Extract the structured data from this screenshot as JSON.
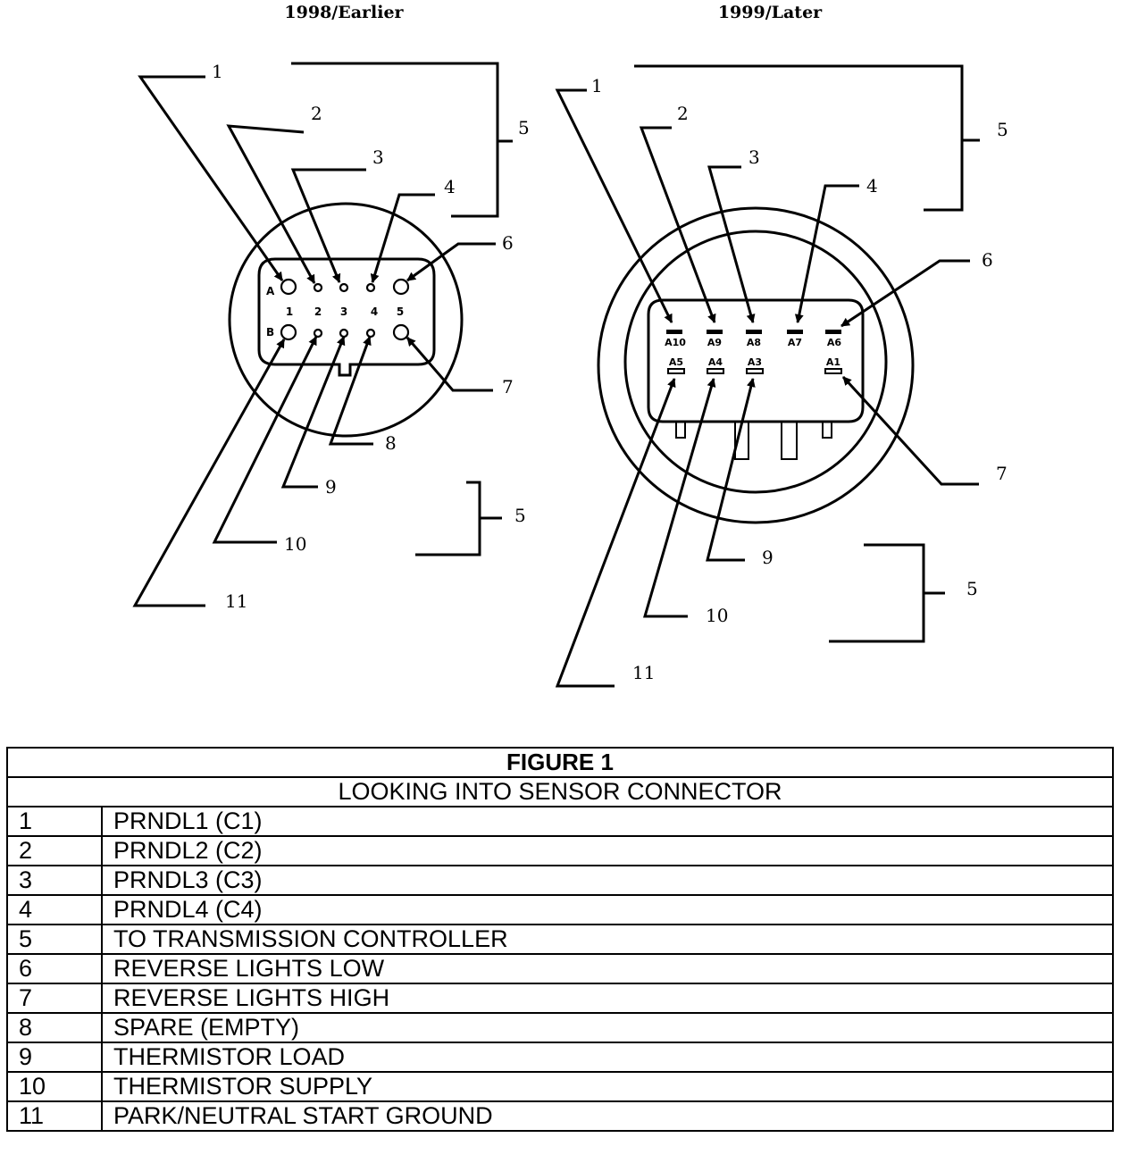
{
  "diagram": {
    "left_title": "1998/Earlier",
    "right_title": "1999/Later",
    "left": {
      "callouts": [
        "1",
        "2",
        "3",
        "4",
        "5",
        "6",
        "7",
        "8",
        "9",
        "10",
        "11",
        "5"
      ],
      "row_a": "A",
      "row_b": "B",
      "column_numbers": [
        "1",
        "2",
        "3",
        "4",
        "5"
      ]
    },
    "right": {
      "callouts": [
        "1",
        "2",
        "3",
        "4",
        "5",
        "6",
        "7",
        "9",
        "10",
        "11",
        "5"
      ],
      "top_pins": [
        "A10",
        "A9",
        "A8",
        "A7",
        "A6"
      ],
      "bottom_pins": [
        "A5",
        "A4",
        "A3",
        "A1"
      ]
    }
  },
  "legend": {
    "title": "FIGURE 1",
    "subtitle": "LOOKING INTO SENSOR CONNECTOR",
    "rows": [
      {
        "num": "1",
        "desc": "PRNDL1 (C1)"
      },
      {
        "num": "2",
        "desc": "PRNDL2 (C2)"
      },
      {
        "num": "3",
        "desc": "PRNDL3 (C3)"
      },
      {
        "num": "4",
        "desc": "PRNDL4 (C4)"
      },
      {
        "num": "5",
        "desc": "TO TRANSMISSION CONTROLLER"
      },
      {
        "num": "6",
        "desc": "REVERSE LIGHTS LOW"
      },
      {
        "num": "7",
        "desc": "REVERSE LIGHTS HIGH"
      },
      {
        "num": "8",
        "desc": "SPARE (EMPTY)"
      },
      {
        "num": "9",
        "desc": "THERMISTOR LOAD"
      },
      {
        "num": "10",
        "desc": "THERMISTOR SUPPLY"
      },
      {
        "num": "11",
        "desc": "PARK/NEUTRAL START GROUND"
      }
    ]
  }
}
